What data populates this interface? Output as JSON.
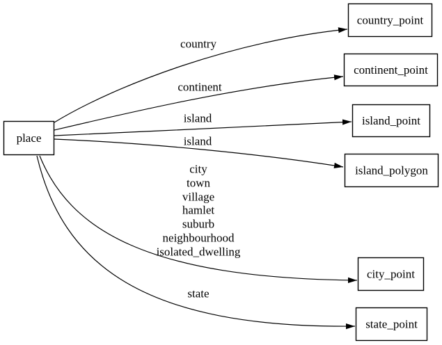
{
  "diagram": {
    "type": "directed-graph",
    "colors": {
      "background": "#ffffff",
      "node_fill": "#ffffff",
      "node_border": "#000000",
      "edge": "#000000",
      "text": "#000000"
    },
    "nodes": {
      "place": {
        "label": "place"
      },
      "country_point": {
        "label": "country_point"
      },
      "continent_point": {
        "label": "continent_point"
      },
      "island_point": {
        "label": "island_point"
      },
      "island_polygon": {
        "label": "island_polygon"
      },
      "city_point": {
        "label": "city_point"
      },
      "state_point": {
        "label": "state_point"
      }
    },
    "edges": {
      "country": {
        "from": "place",
        "to": "country_point",
        "label": "country"
      },
      "continent": {
        "from": "place",
        "to": "continent_point",
        "label": "continent"
      },
      "island_point": {
        "from": "place",
        "to": "island_point",
        "label": "island"
      },
      "island_polygon": {
        "from": "place",
        "to": "island_polygon",
        "label": "island"
      },
      "city": {
        "from": "place",
        "to": "city_point",
        "label_lines": [
          "city",
          "town",
          "village",
          "hamlet",
          "suburb",
          "neighbourhood",
          "isolated_dwelling"
        ]
      },
      "state": {
        "from": "place",
        "to": "state_point",
        "label": "state"
      }
    }
  }
}
